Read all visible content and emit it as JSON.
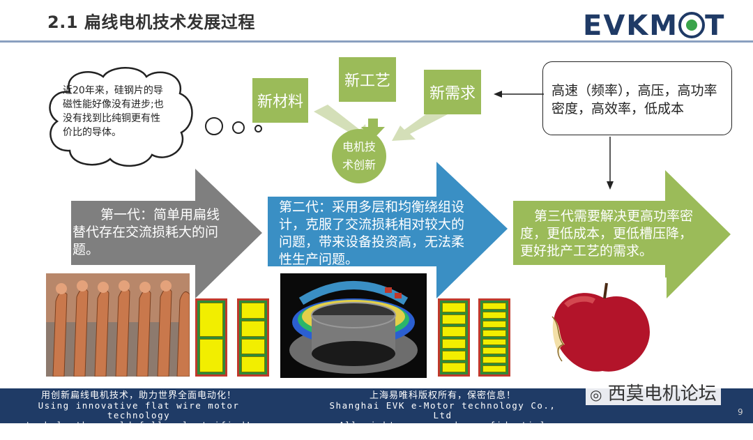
{
  "header": {
    "title": "2.1  扁线电机技术发展过程",
    "logo_text_pre": "EVKM",
    "logo_text_post": "T"
  },
  "thought_cloud": {
    "text": "近20年来，硅钢片的导磁性能好像没有进步;也没有找到比纯铜更有性价比的导体。"
  },
  "innovation": {
    "material": "新材料",
    "process": "新工艺",
    "demand": "新需求",
    "center": "电机技术创新"
  },
  "market_demand": {
    "text": "高速（频率），高压，高功率密度，高效率，低成本"
  },
  "generations": [
    {
      "text": "第一代：简单用扁线替代存在交流损耗大的问题。"
    },
    {
      "text": "第二代：采用多层和均衡绕组设计，克服了交流损耗相对较大的问题，带来设备投资高，无法柔性生产问题。"
    },
    {
      "text": "第三代需要解决更高功率密度，更低成本，更低槽压降，更好批产工艺的需求。"
    }
  ],
  "footer": {
    "left_cn": "用创新扁线电机技术，助力世界全面电动化！",
    "left_en_1": "Using innovative flat wire motor technology",
    "left_en_2": "to help the world fully electrified!",
    "mid_cn": "上海易唯科版权所有，保密信息！",
    "mid_en_1": "Shanghai EVK e-Motor technology Co., Ltd",
    "mid_en_2": "All rights reserved,  confidential information!",
    "wechat": "西莫电机论坛",
    "page": "9"
  },
  "colors": {
    "gen1": "#7f7f7f",
    "gen2": "#3a8fc4",
    "gen3": "#9bbb59",
    "innovation": "#9bbb59",
    "footer": "#1f3b66",
    "logo": "#1f3a66"
  }
}
